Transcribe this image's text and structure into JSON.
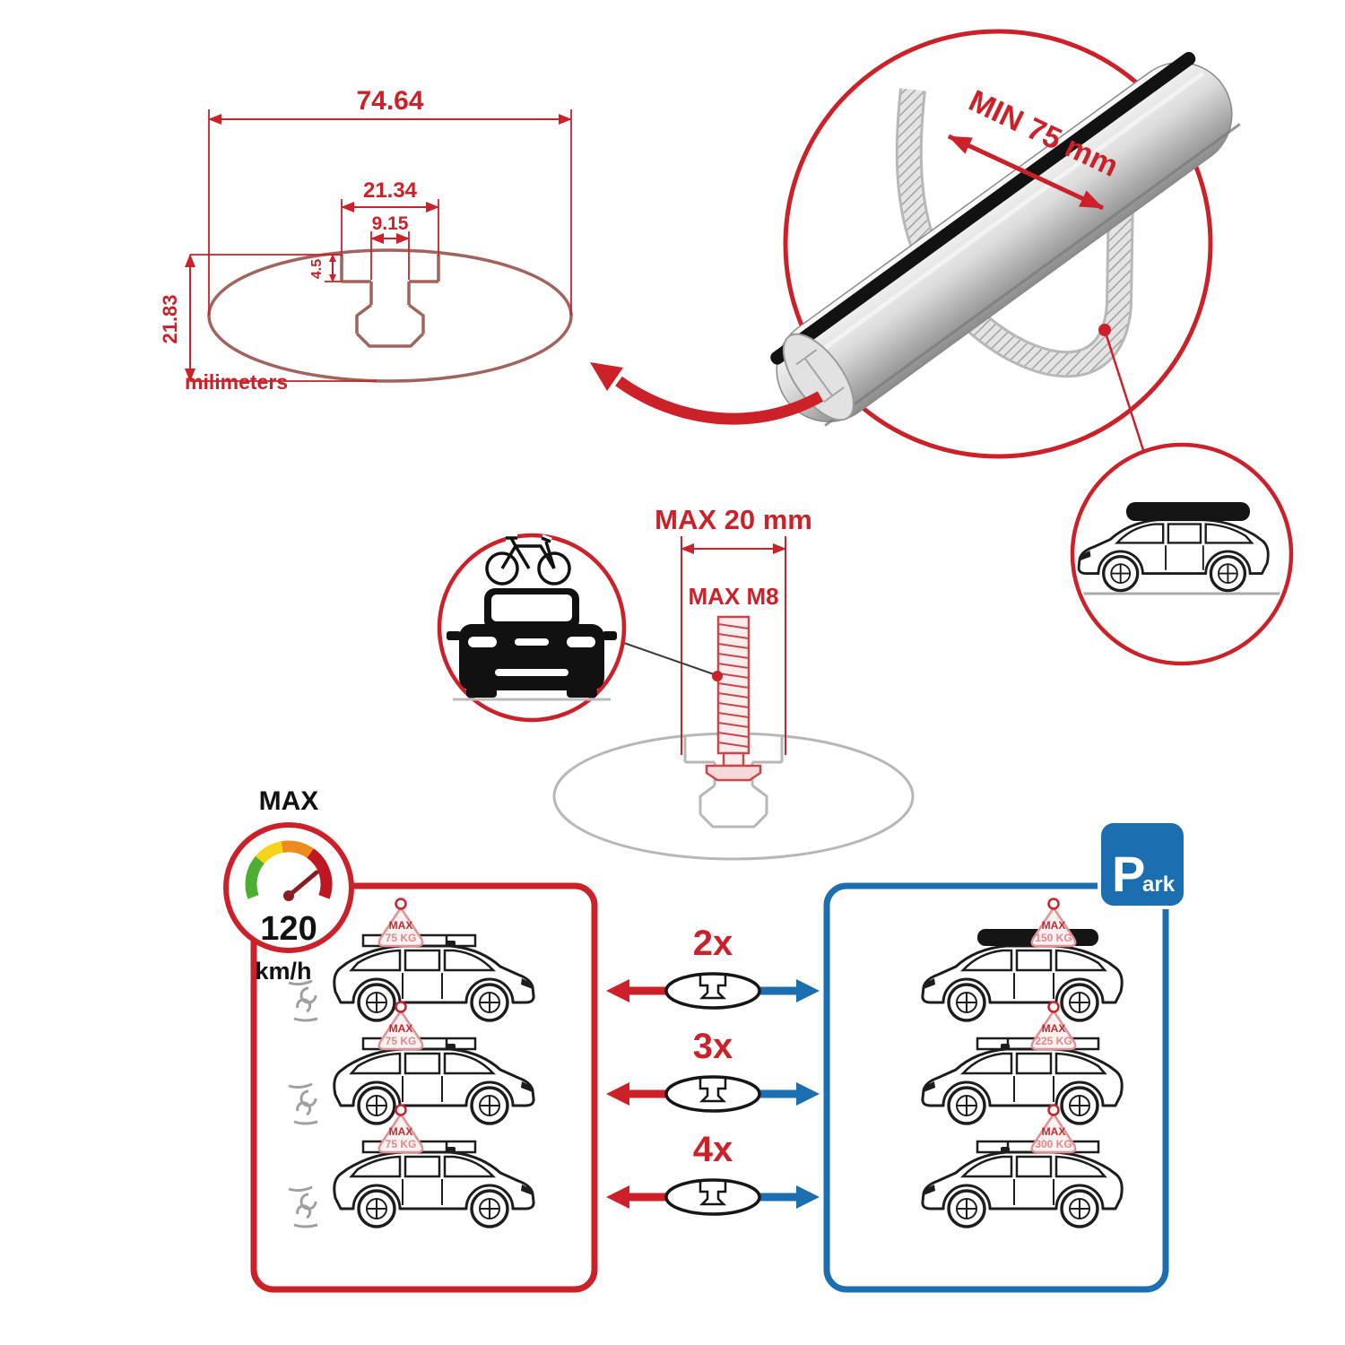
{
  "palette": {
    "accent_red": "#cc2129",
    "accent_blue": "#1b6eb0",
    "profile_outline": "#a2635d",
    "ghost_gray": "#b7b7b7",
    "line_black": "#1d1d1d"
  },
  "cross_section": {
    "total_width": "74.64",
    "slot_outer_width": "21.34",
    "slot_opening_width": "9.15",
    "lip_depth": "4.5",
    "total_height": "21.83",
    "units_label": "milimeters"
  },
  "bar_detail": {
    "min_span_label": "MIN 75 mm"
  },
  "bolt_detail": {
    "max_width_label": "MAX 20 mm",
    "max_thread_label": "MAX M8"
  },
  "speed_gauge": {
    "max_label": "MAX",
    "value": "120",
    "units_label": "km/h"
  },
  "park_sign": {
    "letter": "P",
    "suffix": "ark"
  },
  "comparison_rows": [
    {
      "quantity": "2x",
      "driving_max_label": "MAX",
      "driving_load": "75 KG",
      "parked_max_label": "MAX",
      "parked_load": "150 KG"
    },
    {
      "quantity": "3x",
      "driving_max_label": "MAX",
      "driving_load": "75 KG",
      "parked_max_label": "MAX",
      "parked_load": "225 KG"
    },
    {
      "quantity": "4x",
      "driving_max_label": "MAX",
      "driving_load": "75 KG",
      "parked_max_label": "MAX",
      "parked_load": "300 KG"
    }
  ]
}
